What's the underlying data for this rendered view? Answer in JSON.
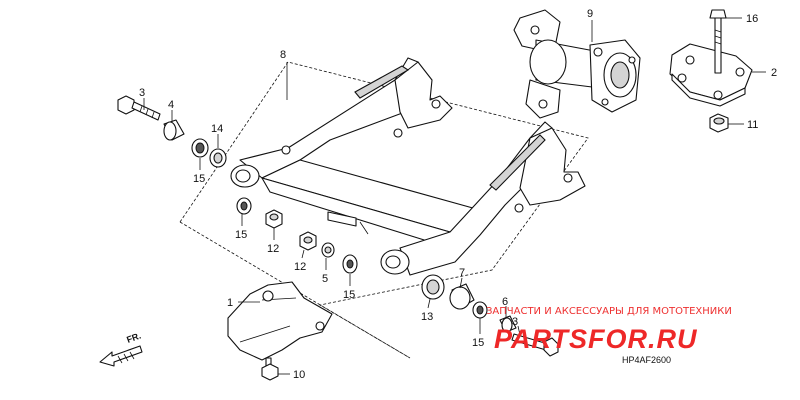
{
  "diagram": {
    "callouts": [
      {
        "id": "c1",
        "text": "1"
      },
      {
        "id": "c2",
        "text": "2"
      },
      {
        "id": "c3a",
        "text": "3"
      },
      {
        "id": "c3b",
        "text": "3"
      },
      {
        "id": "c4",
        "text": "4"
      },
      {
        "id": "c5",
        "text": "5"
      },
      {
        "id": "c6",
        "text": "6"
      },
      {
        "id": "c7",
        "text": "7"
      },
      {
        "id": "c8",
        "text": "8"
      },
      {
        "id": "c9",
        "text": "9"
      },
      {
        "id": "c10",
        "text": "10"
      },
      {
        "id": "c11",
        "text": "11"
      },
      {
        "id": "c12a",
        "text": "12"
      },
      {
        "id": "c12b",
        "text": "12"
      },
      {
        "id": "c13",
        "text": "13"
      },
      {
        "id": "c14",
        "text": "14"
      },
      {
        "id": "c15a",
        "text": "15"
      },
      {
        "id": "c15b",
        "text": "15"
      },
      {
        "id": "c15c",
        "text": "15"
      },
      {
        "id": "c15d",
        "text": "15"
      },
      {
        "id": "c16",
        "text": "16"
      }
    ],
    "direction_label": "FR.",
    "diagram_code": "HP4AF2600"
  },
  "watermark": {
    "tagline": "ЗАПЧАСТИ И АКСЕССУАРЫ ДЛЯ МОТОТЕХНИКИ",
    "brand": "PARTSFOR.RU",
    "color": "#ee2828"
  }
}
